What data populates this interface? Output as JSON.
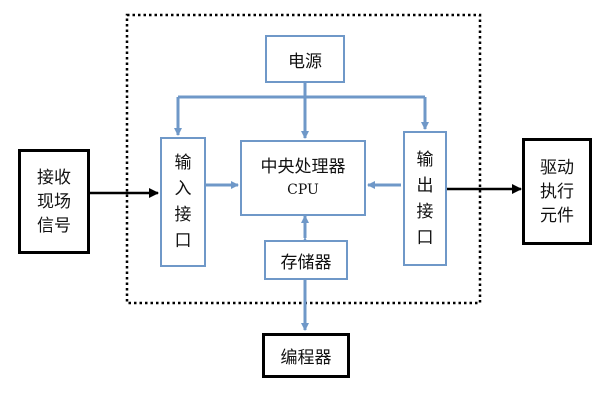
{
  "nodes": {
    "power": "电源",
    "cpu": {
      "title": "中央处理器",
      "subtitle": "CPU"
    },
    "memory": "存储器",
    "programmer": "编程器",
    "input_interface": [
      "输",
      "入",
      "接",
      "口"
    ],
    "output_interface": [
      "输",
      "出",
      "接",
      "口"
    ],
    "field_signal": [
      "接收",
      "现场",
      "信号"
    ],
    "actuator": [
      "驱动",
      "执行",
      "元件"
    ]
  },
  "colors": {
    "module_border": "#6f98c8",
    "connector": "#6f98c8",
    "external_border": "#000000",
    "dotted_frame": "#000000"
  }
}
